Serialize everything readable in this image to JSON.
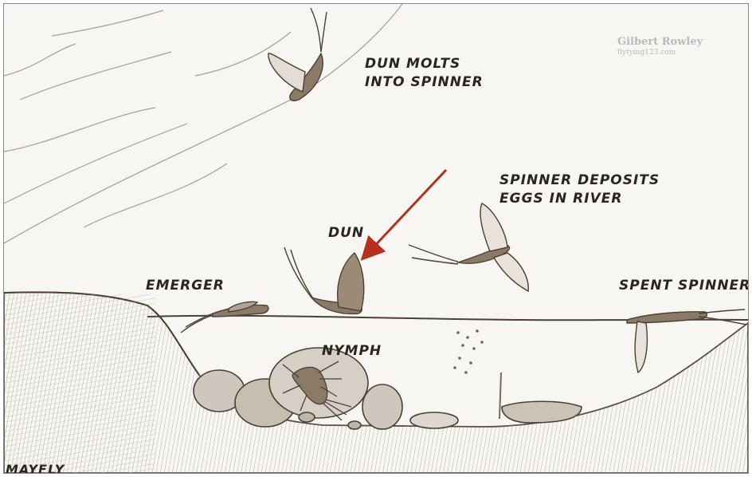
{
  "stages": {
    "dun_molts": "DUN MOLTS\nINTO SPINNER",
    "spinner_deposits": "SPINNER DEPOSITS\nEGGS IN RIVER",
    "dun": "DUN",
    "emerger": "EMERGER",
    "spent_spinner": "SPENT SPINNER",
    "nymph": "NYMPH"
  },
  "title": "MAYFLY",
  "watermark": {
    "name": "Gilbert Rowley",
    "site": "flytying123.com"
  },
  "colors": {
    "paper": "#f7f6f2",
    "ink": "#2b2420",
    "arrow": "#b5301f",
    "pencil": "#8a7f73",
    "insect": "#7a6a58"
  }
}
